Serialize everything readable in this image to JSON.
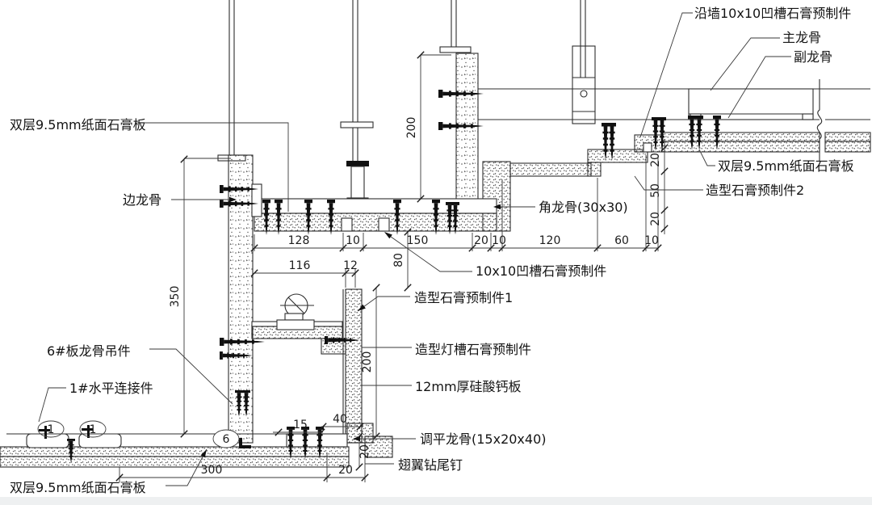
{
  "labels": {
    "wall_groove_precast": "沿墙10x10凹槽石膏预制件",
    "main_runner": "主龙骨",
    "sub_runner": "副龙骨",
    "double_gypsum_right": "双层9.5mm纸面石膏板",
    "shaped_precast_2": "造型石膏预制件2",
    "double_gypsum_left": "双层9.5mm纸面石膏板",
    "edge_runner": "边龙骨",
    "corner_runner": "角龙骨(30x30)",
    "groove_precast": "10x10凹槽石膏预制件",
    "shaped_precast_1": "造型石膏预制件1",
    "light_trough_precast": "造型灯槽石膏预制件",
    "calcium_silicate_board": "12mm厚硅酸钙板",
    "leveling_runner": "调平龙骨(15x20x40)",
    "wing_self_drilling_screw": "翅翼钻尾钉",
    "board_runner_hanger": "6#板龙骨吊件",
    "horizontal_connector": "1#水平连接件",
    "double_gypsum_bottom": "双层9.5mm纸面石膏板"
  },
  "callouts": {
    "left_a": "1",
    "left_b": "1",
    "wall": "6"
  },
  "dimensions": {
    "top_row": [
      "128",
      "10",
      "150",
      "20",
      "10",
      "120",
      "60",
      "10"
    ],
    "mid_row": [
      "116",
      "12"
    ],
    "lamp_offset": "80",
    "left_height": "350",
    "wall_height": "200",
    "trough_height": "200",
    "right_steps": [
      "20",
      "50",
      "20"
    ],
    "bottom_width": "300",
    "bottom_step": "20",
    "step_heights": [
      "15",
      "40"
    ],
    "edge_step": "20"
  }
}
